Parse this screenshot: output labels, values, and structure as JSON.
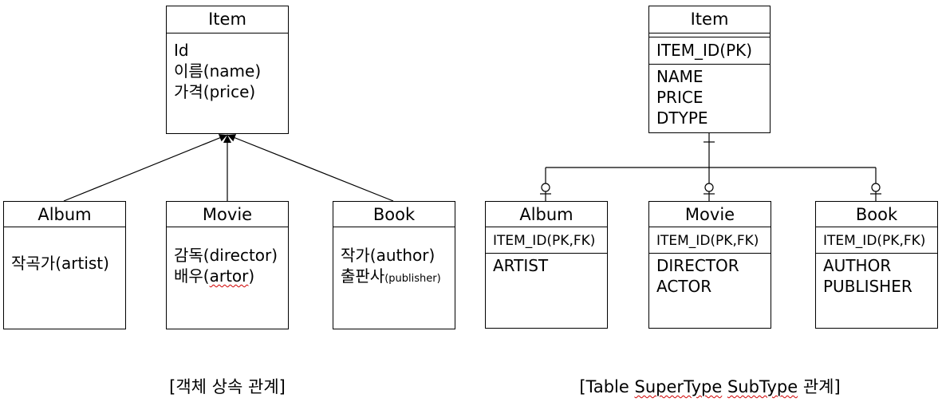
{
  "object_model": {
    "parent": {
      "title": "Item",
      "fields": [
        "Id",
        "이름(name)",
        "가격(price)"
      ]
    },
    "children": [
      {
        "title": "Album",
        "fields": [
          "작곡가(artist)"
        ]
      },
      {
        "title": "Movie",
        "fields": [
          "감독(director)",
          "배우(artor)"
        ],
        "wavy_word": "artor"
      },
      {
        "title": "Book",
        "fields": [
          "작가(author)",
          "출판사"
        ],
        "small_suffix": "(publisher)"
      }
    ],
    "caption": "[객체 상속 관계]"
  },
  "table_model": {
    "parent": {
      "title": "Item",
      "key": "ITEM_ID(PK)",
      "columns": [
        "NAME",
        "PRICE",
        "DTYPE"
      ]
    },
    "children": [
      {
        "title": "Album",
        "key": "ITEM_ID(PK,FK)",
        "columns": [
          "ARTIST"
        ]
      },
      {
        "title": "Movie",
        "key": "ITEM_ID(PK,FK)",
        "columns": [
          "DIRECTOR",
          "ACTOR"
        ]
      },
      {
        "title": "Book",
        "key": "ITEM_ID(PK,FK)",
        "columns": [
          "AUTHOR",
          "PUBLISHER"
        ]
      }
    ],
    "caption": "[Table SuperType SubType 관계]",
    "caption_parts": [
      "[Table ",
      "SuperType",
      " ",
      "SubType",
      " 관계]"
    ]
  }
}
